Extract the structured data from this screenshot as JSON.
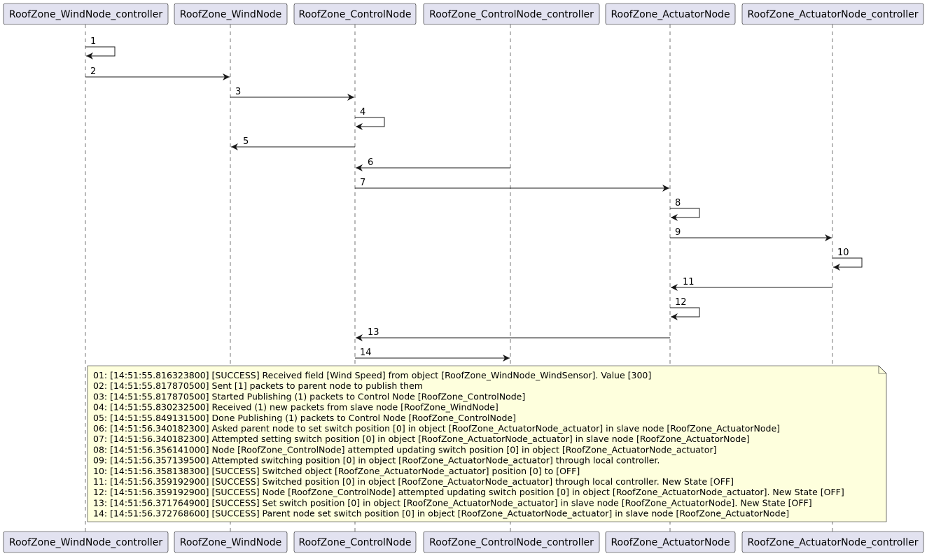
{
  "participants": [
    "RoofZone_WindNode_controller",
    "RoofZone_WindNode",
    "RoofZone_ControlNode",
    "RoofZone_ControlNode_controller",
    "RoofZone_ActuatorNode",
    "RoofZone_ActuatorNode_controller"
  ],
  "messages": [
    {
      "label": "1",
      "from": 0,
      "to": 0
    },
    {
      "label": "2",
      "from": 0,
      "to": 1
    },
    {
      "label": "3",
      "from": 1,
      "to": 2
    },
    {
      "label": "4",
      "from": 2,
      "to": 2
    },
    {
      "label": "5",
      "from": 2,
      "to": 1
    },
    {
      "label": "6",
      "from": 3,
      "to": 2
    },
    {
      "label": "7",
      "from": 2,
      "to": 4
    },
    {
      "label": "8",
      "from": 4,
      "to": 4
    },
    {
      "label": "9",
      "from": 4,
      "to": 5
    },
    {
      "label": "10",
      "from": 5,
      "to": 5
    },
    {
      "label": "11",
      "from": 5,
      "to": 4
    },
    {
      "label": "12",
      "from": 4,
      "to": 4
    },
    {
      "label": "13",
      "from": 4,
      "to": 2
    },
    {
      "label": "14",
      "from": 2,
      "to": 3
    }
  ],
  "note": [
    "01: [14:51:55.816323800] [SUCCESS] Received field [Wind Speed] from object [RoofZone_WindNode_WindSensor]. Value [300]",
    "02: [14:51:55.817870500] Sent [1] packets to parent node to publish them",
    "03: [14:51:55.817870500] Started Publishing (1) packets to Control Node [RoofZone_ControlNode]",
    "04: [14:51:55.830232500] Received (1) new packets from slave node [RoofZone_WindNode]",
    "05: [14:51:55.849131500] Done Publishing (1) packets to Control Node [RoofZone_ControlNode]",
    "06: [14:51:56.340182300] Asked parent node to set switch position [0] in object [RoofZone_ActuatorNode_actuator] in slave node [RoofZone_ActuatorNode]",
    "07: [14:51:56.340182300] Attempted setting switch position [0] in object [RoofZone_ActuatorNode_actuator] in slave node [RoofZone_ActuatorNode]",
    "08: [14:51:56.356141000] Node [RoofZone_ControlNode] attempted updating switch position [0] in object [RoofZone_ActuatorNode_actuator]",
    "09: [14:51:56.357139500] Attempted switching position [0] in object [RoofZone_ActuatorNode_actuator] through local controller.",
    "10: [14:51:56.358138300] [SUCCESS] Switched object [RoofZone_ActuatorNode_actuator] position [0] to [OFF]",
    "11: [14:51:56.359192900] [SUCCESS] Switched position [0] in object [RoofZone_ActuatorNode_actuator] through local controller. New State [OFF]",
    "12: [14:51:56.359192900] [SUCCESS] Node [RoofZone_ControlNode] attempted updating switch position [0] in object [RoofZone_ActuatorNode_actuator]. New State [OFF]",
    "13: [14:51:56.371764900] [SUCCESS] Set switch position [0] in object [RoofZone_ActuatorNode_actuator] in slave node [RoofZone_ActuatorNode]. New State [OFF]",
    "14: [14:51:56.372768600] [SUCCESS] Parent node set switch position [0] in object [RoofZone_ActuatorNode_actuator] in slave node [RoofZone_ActuatorNode]"
  ],
  "colors": {
    "participant_fill": "#E2E2F0",
    "border": "#181818",
    "note_fill": "#FEFFDD"
  }
}
